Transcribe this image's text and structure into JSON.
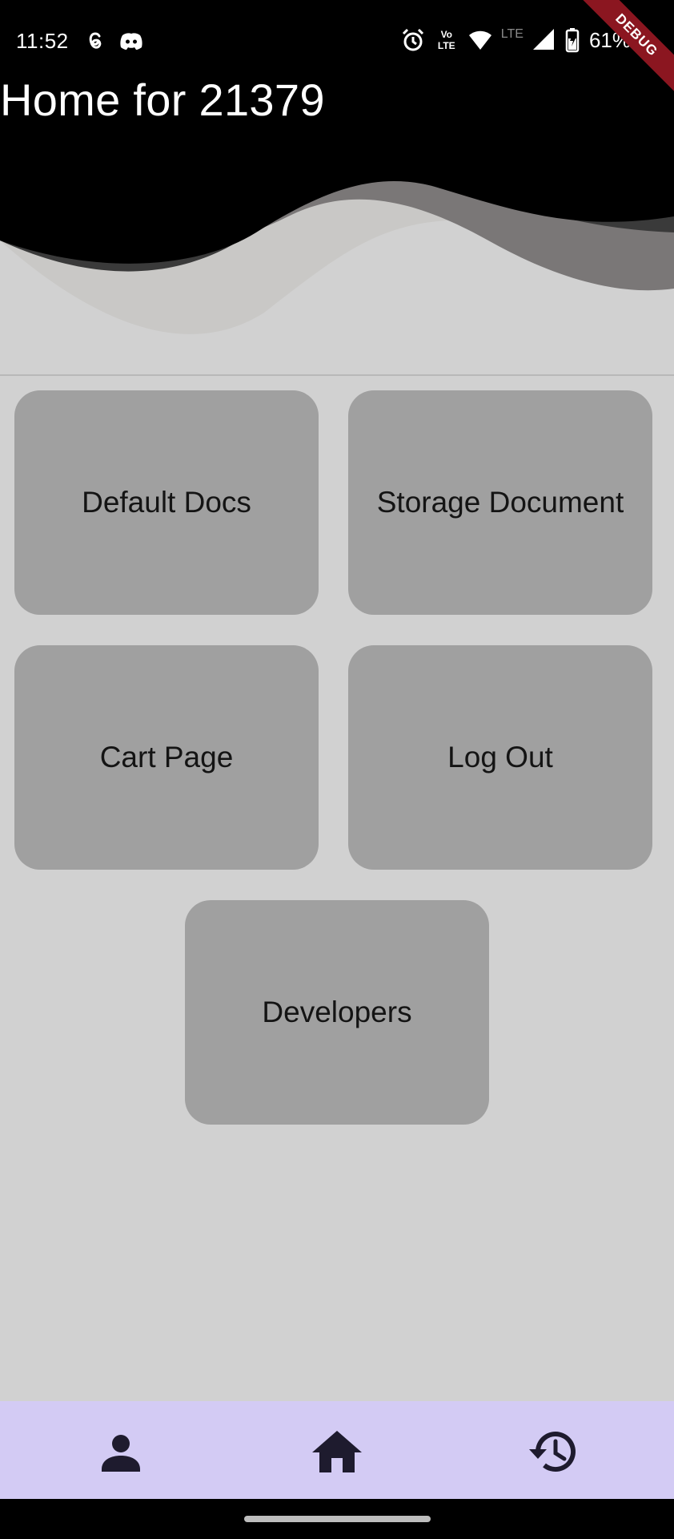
{
  "status_bar": {
    "time": "11:52",
    "left_icons": [
      "threads-icon",
      "discord-icon"
    ],
    "right_icons": [
      "alarm-icon",
      "volte-icon",
      "wifi-icon",
      "lte-icon",
      "signal-icon",
      "battery-icon"
    ],
    "lte_label": "LTE",
    "volte_label": "Vo LTE",
    "battery_percent": "61%"
  },
  "debug_banner": "DEBUG",
  "header": {
    "title": "Home for 21379",
    "colors": {
      "background": "#000000",
      "wave_dark": "#3a3a3a",
      "wave_mid": "#7a7777",
      "wave_light": "#c9c8c6"
    }
  },
  "grid": {
    "buttons": [
      {
        "label": "Default Docs"
      },
      {
        "label": "Storage Document"
      },
      {
        "label": "Cart Page"
      },
      {
        "label": "Log Out"
      },
      {
        "label": "Developers"
      }
    ],
    "card_color": "#a0a0a0"
  },
  "bottom_nav": {
    "items": [
      {
        "icon": "person-icon"
      },
      {
        "icon": "home-icon"
      },
      {
        "icon": "history-icon"
      }
    ],
    "background": "#d3cbf4"
  }
}
